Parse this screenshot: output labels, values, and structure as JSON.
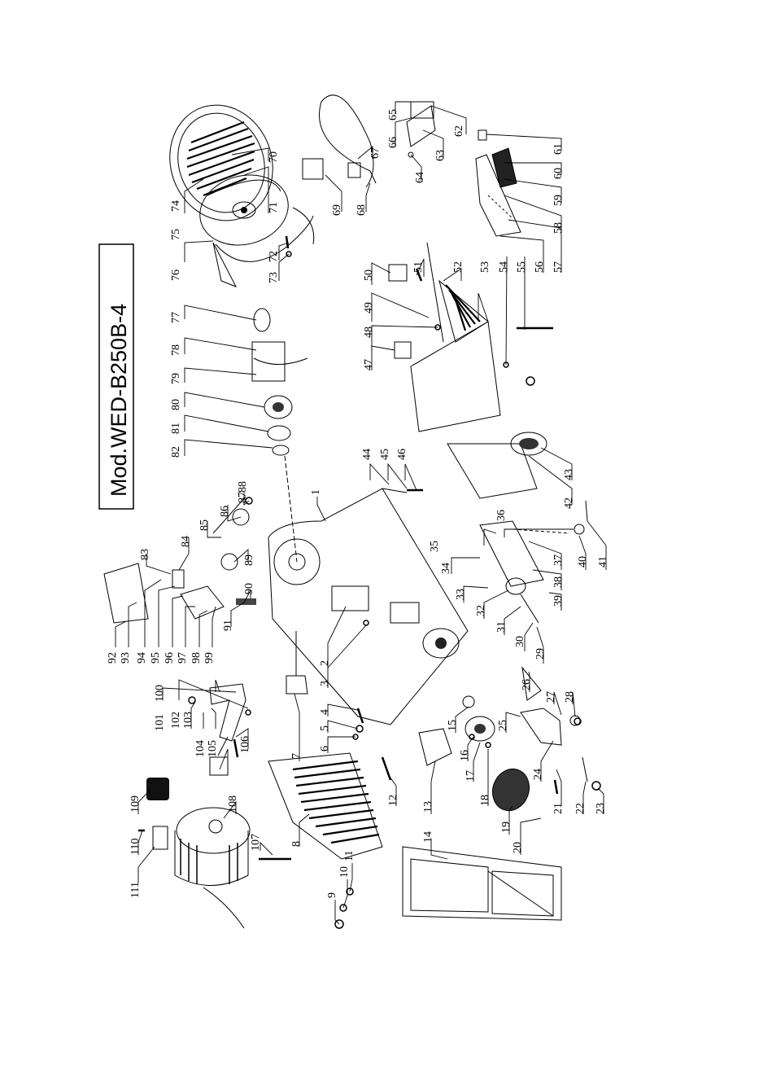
{
  "title": "Mod.WED-B250B-4",
  "labels": {
    "p1": "1",
    "p2": "2",
    "p3": "3",
    "p4": "4",
    "p5": "5",
    "p6": "6",
    "p7": "7",
    "p8": "8",
    "p9": "9",
    "p10": "10",
    "p11": "11",
    "p12": "12",
    "p13": "13",
    "p14": "14",
    "p15": "15",
    "p16": "16",
    "p17": "17",
    "p18": "18",
    "p19": "19",
    "p20": "20",
    "p21": "21",
    "p22": "22",
    "p23": "23",
    "p24": "24",
    "p25": "25",
    "p26": "26",
    "p27": "27",
    "p28": "28",
    "p29": "29",
    "p30": "30",
    "p31": "31",
    "p32": "32",
    "p33": "33",
    "p34": "34",
    "p35": "35",
    "p36": "36",
    "p37": "37",
    "p38": "38",
    "p39": "39",
    "p40": "40",
    "p41": "41",
    "p42": "42",
    "p43": "43",
    "p44": "44",
    "p45": "45",
    "p46": "46",
    "p47": "47",
    "p48": "48",
    "p49": "49",
    "p50": "50",
    "p51": "51",
    "p52": "52",
    "p53": "53",
    "p54": "54",
    "p55": "55",
    "p56": "56",
    "p57": "57",
    "p58": "58",
    "p59": "59",
    "p60": "60",
    "p61": "61",
    "p62": "62",
    "p63": "63",
    "p64": "64",
    "p65": "65",
    "p66": "66",
    "p67": "67",
    "p68": "68",
    "p69": "69",
    "p70": "70",
    "p71": "71",
    "p72": "72",
    "p73": "73",
    "p74": "74",
    "p75": "75",
    "p76": "76",
    "p77": "77",
    "p78": "78",
    "p79": "79",
    "p80": "80",
    "p81": "81",
    "p82": "82",
    "p83": "83",
    "p84": "84",
    "p85": "85",
    "p86": "86",
    "p87": "87",
    "p88": "88",
    "p89": "89",
    "p90": "90",
    "p91": "91",
    "p92": "92",
    "p93": "93",
    "p94": "94",
    "p95": "95",
    "p96": "96",
    "p97": "97",
    "p98": "98",
    "p99": "99",
    "p100": "100",
    "p101": "101",
    "p102": "102",
    "p103": "103",
    "p104": "104",
    "p105": "105",
    "p106": "106",
    "p107": "107",
    "p108": "108",
    "p109": "109",
    "p110": "110",
    "p111": "111"
  }
}
